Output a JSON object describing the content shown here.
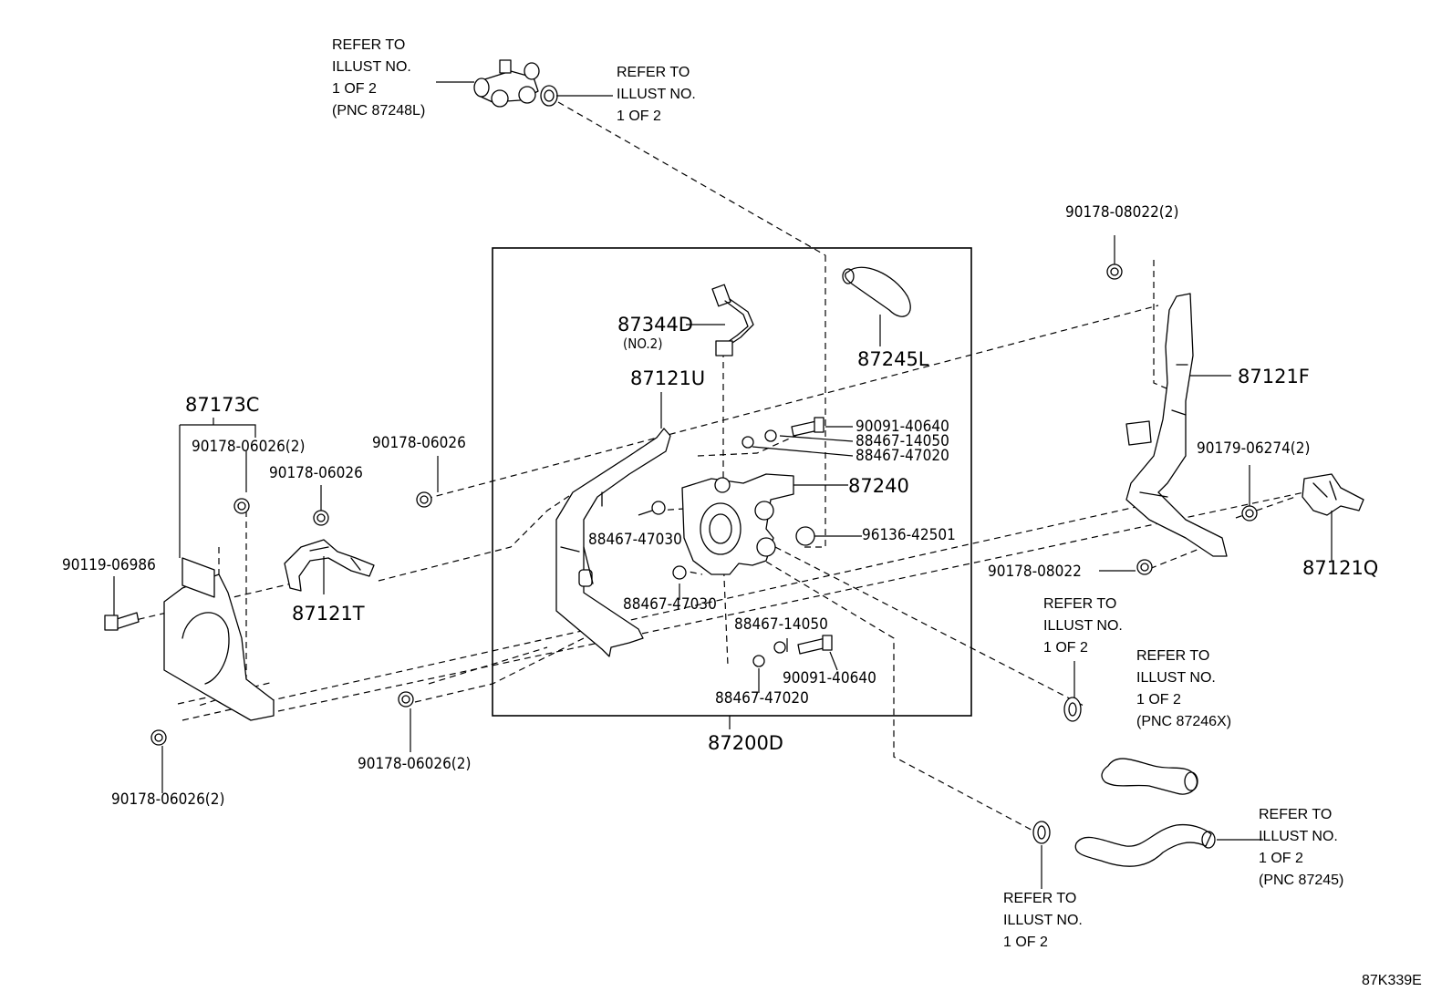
{
  "diagram": {
    "figure_id": "87K339E",
    "assembly_label": "87200D",
    "part_numbers": {
      "p87344D": "87344D",
      "p87344D_note": "(NO.2)",
      "p87121U": "87121U",
      "p87245L": "87245L",
      "p87121F": "87121F",
      "p87173C": "87173C",
      "p87240": "87240",
      "p87121T": "87121T",
      "p87121Q": "87121Q",
      "b90178_08022_2": "90178-08022(2)",
      "b90091_40640_a": "90091-40640",
      "b88467_14050_a": "88467-14050",
      "b88467_47020_a": "88467-47020",
      "b90178_06026_2_a": "90178-06026(2)",
      "b90178_06026_a": "90178-06026",
      "b90178_06026_b": "90178-06026",
      "b90179_06274_2": "90179-06274(2)",
      "b96136_42501": "96136-42501",
      "b88467_47030_a": "88467-47030",
      "b88467_47030_b": "88467-47030",
      "b90119_06986": "90119-06986",
      "b90178_08022": "90178-08022",
      "b88467_14050_b": "88467-14050",
      "b90091_40640_b": "90091-40640",
      "b88467_47020_b": "88467-47020",
      "b90178_06026_2_b": "90178-06026(2)",
      "b90178_06026_2_c": "90178-06026(2)"
    },
    "refer_notes": {
      "top_left": [
        "REFER TO",
        "ILLUST NO.",
        "1 OF 2",
        "(PNC 87248L)"
      ],
      "top_mid": [
        "REFER TO",
        "ILLUST NO.",
        "1 OF 2"
      ],
      "right_mid": [
        "REFER TO",
        "ILLUST NO.",
        "1 OF 2"
      ],
      "right_hose": [
        "REFER TO",
        "ILLUST NO.",
        "1 OF 2",
        "(PNC 87246X)"
      ],
      "bottom_right": [
        "REFER TO",
        "ILLUST NO.",
        "1 OF 2",
        "(PNC 87245)"
      ],
      "bottom_mid": [
        "REFER TO",
        "ILLUST NO.",
        "1 OF 2"
      ]
    }
  }
}
